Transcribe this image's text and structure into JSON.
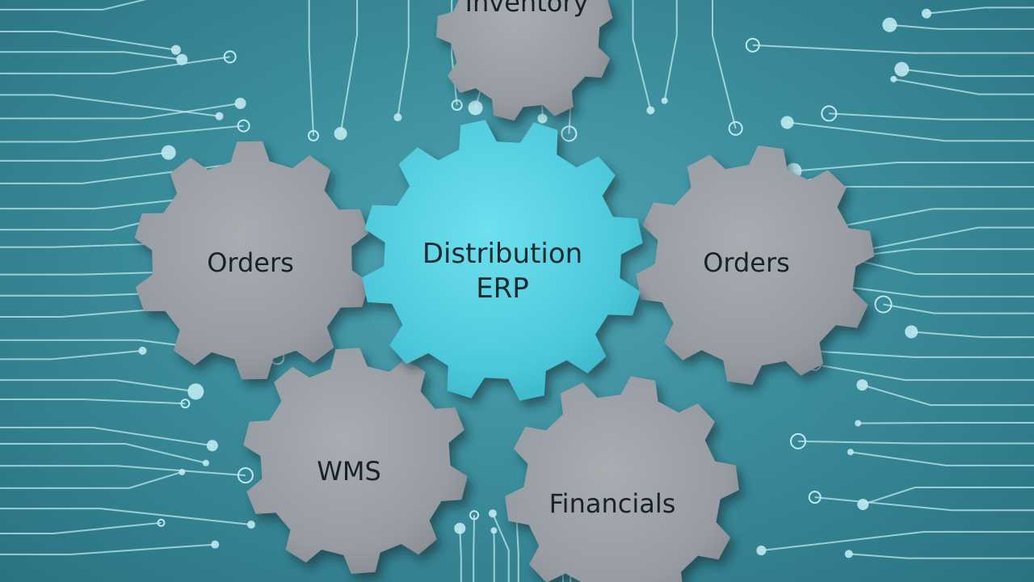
{
  "diagram": {
    "center": {
      "label_line1": "Distribution",
      "label_line2": "ERP"
    },
    "gears": {
      "top": "Inventory",
      "left": "Orders",
      "right": "Orders",
      "bottom_left": "WMS",
      "bottom_right": "Financials"
    }
  },
  "colors": {
    "background": "#3c8e9d",
    "circuit_trace": "#bfe9ee",
    "gear_gray": "#9aa0a6",
    "gear_center": "#4fcfe0",
    "text": "#1b2226"
  }
}
